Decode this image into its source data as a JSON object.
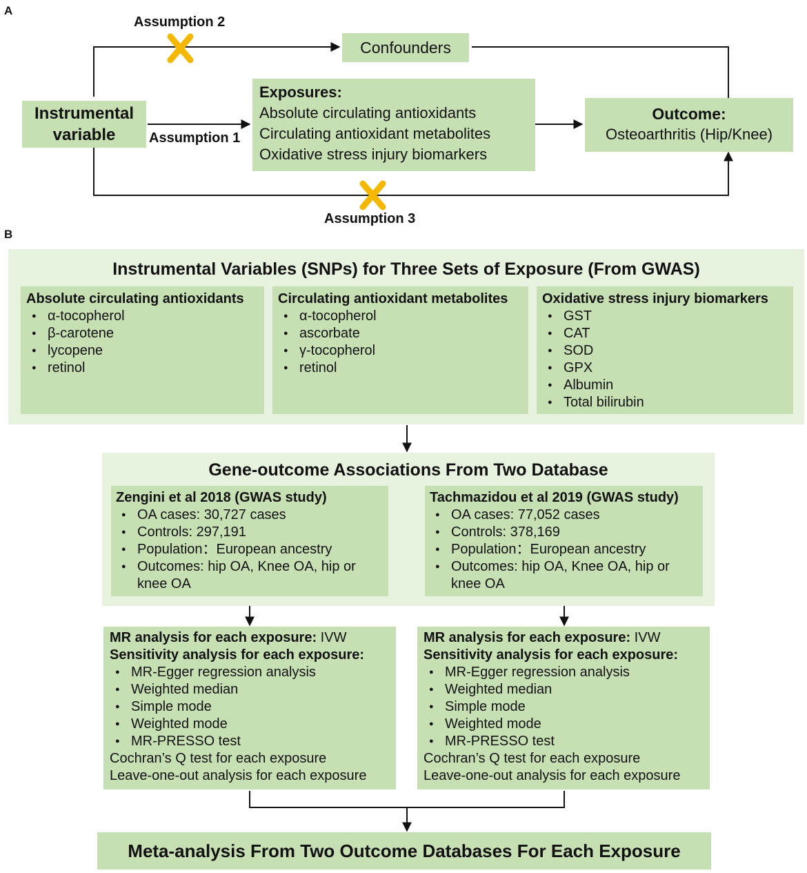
{
  "panel_a": {
    "label": "A",
    "assumption_2": "Assumption 2",
    "assumption_1": "Assumption 1",
    "assumption_3": "Assumption 3",
    "confounders": "Confounders",
    "instrumental_variable": [
      "Instrumental",
      "variable"
    ],
    "exposures_title": "Exposures:",
    "exposures_items": [
      "Absolute circulating antioxidants",
      "Circulating antioxidant metabolites",
      "Oxidative stress injury biomarkers"
    ],
    "outcome_title": "Outcome:",
    "outcome_text": "Osteoarthritis (Hip/Knee)"
  },
  "panel_b": {
    "label": "B",
    "iv_title": "Instrumental Variables (SNPs) for Three Sets of Exposure (From GWAS)",
    "iv_groups": [
      {
        "title": "Absolute circulating antioxidants",
        "items": [
          "α-tocopherol",
          "β-carotene",
          "lycopene",
          "retinol"
        ]
      },
      {
        "title": "Circulating antioxidant metabolites",
        "items": [
          "α-tocopherol",
          "ascorbate",
          "γ-tocopherol",
          "retinol"
        ]
      },
      {
        "title": "Oxidative stress injury biomarkers",
        "items": [
          "GST",
          "CAT",
          "SOD",
          "GPX",
          "Albumin",
          "Total bilirubin"
        ]
      }
    ],
    "gene_title": "Gene-outcome Associations From Two Database",
    "databases": [
      {
        "title": "Zengini et al 2018 (GWAS study)",
        "items": [
          "OA cases: 30,727 cases",
          "Controls: 297,191",
          "Population：European ancestry",
          "Outcomes: hip OA, Knee OA, hip or knee OA"
        ]
      },
      {
        "title": "Tachmazidou et al 2019 (GWAS study)",
        "items": [
          "OA cases: 77,052 cases",
          "Controls: 378,169",
          "Population：European ancestry",
          "Outcomes: hip OA, Knee OA, hip or knee OA"
        ]
      }
    ],
    "mr_boxes": [
      {
        "mr_label": "MR analysis for each exposure:",
        "mr_method": " IVW",
        "sens_label": "Sensitivity analysis for each exposure:",
        "items": [
          "MR-Egger regression analysis",
          "Weighted median",
          "Simple mode",
          "Weighted mode",
          "MR-PRESSO test"
        ],
        "extra": [
          "Cochran’s Q test for each exposure",
          "Leave-one-out analysis for each exposure"
        ]
      },
      {
        "mr_label": "MR analysis for each exposure:",
        "mr_method": " IVW",
        "sens_label": "Sensitivity analysis for each exposure:",
        "items": [
          "MR-Egger regression analysis",
          "Weighted median",
          "Simple mode",
          "Weighted mode",
          "MR-PRESSO test"
        ],
        "extra": [
          "Cochran’s Q test for each exposure",
          "Leave-one-out analysis for each exposure"
        ]
      }
    ],
    "meta_title": "Meta-analysis From Two Outcome Databases For Each Exposure"
  },
  "colors": {
    "box_fill": "#c6e0b4",
    "panel_fill": "#e8f3df",
    "cross": "#f5b800",
    "line": "#111111"
  },
  "icons": [
    "cross-mark-icon",
    "arrow-icon"
  ]
}
